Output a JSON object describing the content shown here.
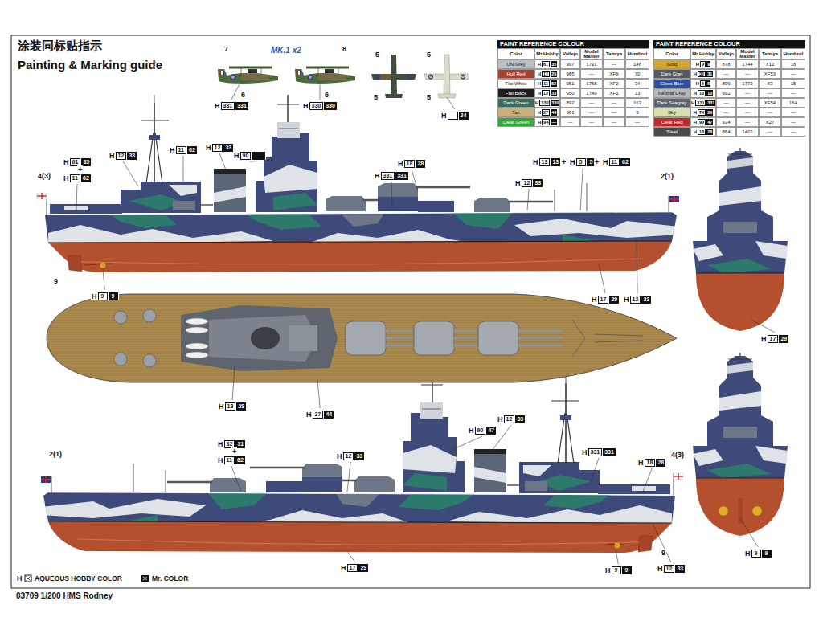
{
  "diagram": {
    "title": "涂装同标贴指示",
    "caption": "03709 1/200 HMS Rodney",
    "labels": [
      "Painting & Marking guide",
      "MK.1 x2",
      "7",
      "8",
      "5",
      "5",
      "5",
      "5",
      "6",
      "6",
      "H",
      "331",
      "331",
      "H",
      "330",
      "330",
      "H",
      "24",
      "4(3)",
      "2(1)",
      "9",
      "H",
      "61",
      "35",
      "+",
      "H",
      "11",
      "62",
      "H",
      "12",
      "33",
      "H",
      "11",
      "62",
      "H",
      "12",
      "33",
      "H",
      "90",
      "H",
      "331",
      "331",
      "H",
      "18",
      "28",
      "H",
      "13",
      "13",
      "+",
      "H",
      "5",
      "5",
      "+",
      "H",
      "11",
      "62",
      "H",
      "12",
      "33",
      "H",
      "9",
      "9",
      "H",
      "17",
      "29",
      "H",
      "12",
      "33",
      "H",
      "17",
      "29",
      "H",
      "18",
      "28",
      "H",
      "27",
      "44",
      "2(1)",
      "H",
      "32",
      "31",
      "+",
      "H",
      "11",
      "62",
      "H",
      "12",
      "33",
      "H",
      "90",
      "47",
      "H",
      "12",
      "33",
      "H",
      "331",
      "331",
      "H",
      "18",
      "28",
      "4(3)",
      "9",
      "H",
      "17",
      "29",
      "H",
      "9",
      "9",
      "H",
      "12",
      "33",
      "H",
      "9",
      "9",
      "H",
      "PAINT REFERENCE COLOUR",
      "Color",
      "Mr.Hobby",
      "Vallejo",
      "Model Master",
      "Tamiya",
      "Humbrol",
      "UN Grey",
      "H",
      "61",
      "35",
      "907",
      "1731",
      "—",
      "146",
      "Hull Red",
      "H",
      "17",
      "29",
      "985",
      "—",
      "XF9",
      "70",
      "Flat White",
      "H",
      "11",
      "62",
      "951",
      "1768",
      "XF2",
      "34",
      "Flat Black",
      "H",
      "12",
      "33",
      "950",
      "1749",
      "XF1",
      "33",
      "Dark Green",
      "H",
      "330",
      "330",
      "892",
      "—",
      "—",
      "163",
      "Tan",
      "H",
      "27",
      "44",
      "981",
      "—",
      "—",
      "9",
      "Clear Green",
      "H",
      "94",
      "—",
      "—",
      "—",
      "—",
      "—",
      "PAINT REFERENCE COLOUR",
      "Color",
      "Mr.Hobby",
      "Vallejo",
      "Model Master",
      "Tamiya",
      "Humbrol",
      "Gold",
      "H",
      "9",
      "9",
      "878",
      "1744",
      "X12",
      "16",
      "Dark Gray",
      "H",
      "32",
      "31",
      "—",
      "—",
      "XF53",
      "—",
      "Gloss Blue",
      "H",
      "5",
      "5",
      "899",
      "1772",
      "X3",
      "15",
      "Neutral Gray",
      "H",
      "13",
      "13",
      "992",
      "—",
      "—",
      "—",
      "Dark Seagray",
      "H",
      "331",
      "331",
      "—",
      "—",
      "XF54",
      "164",
      "Sky",
      "H",
      "74",
      "26",
      "—",
      "—",
      "—",
      "—",
      "Clear Red",
      "H",
      "90",
      "47",
      "934",
      "—",
      "X27",
      "—",
      "Steel",
      "H",
      "18",
      "28",
      "864",
      "1402",
      "—",
      "—"
    ],
    "legend": [
      {
        "text": "AQUEOUS HOBBY COLOR"
      },
      {
        "text": "Mr. COLOR"
      }
    ]
  }
}
